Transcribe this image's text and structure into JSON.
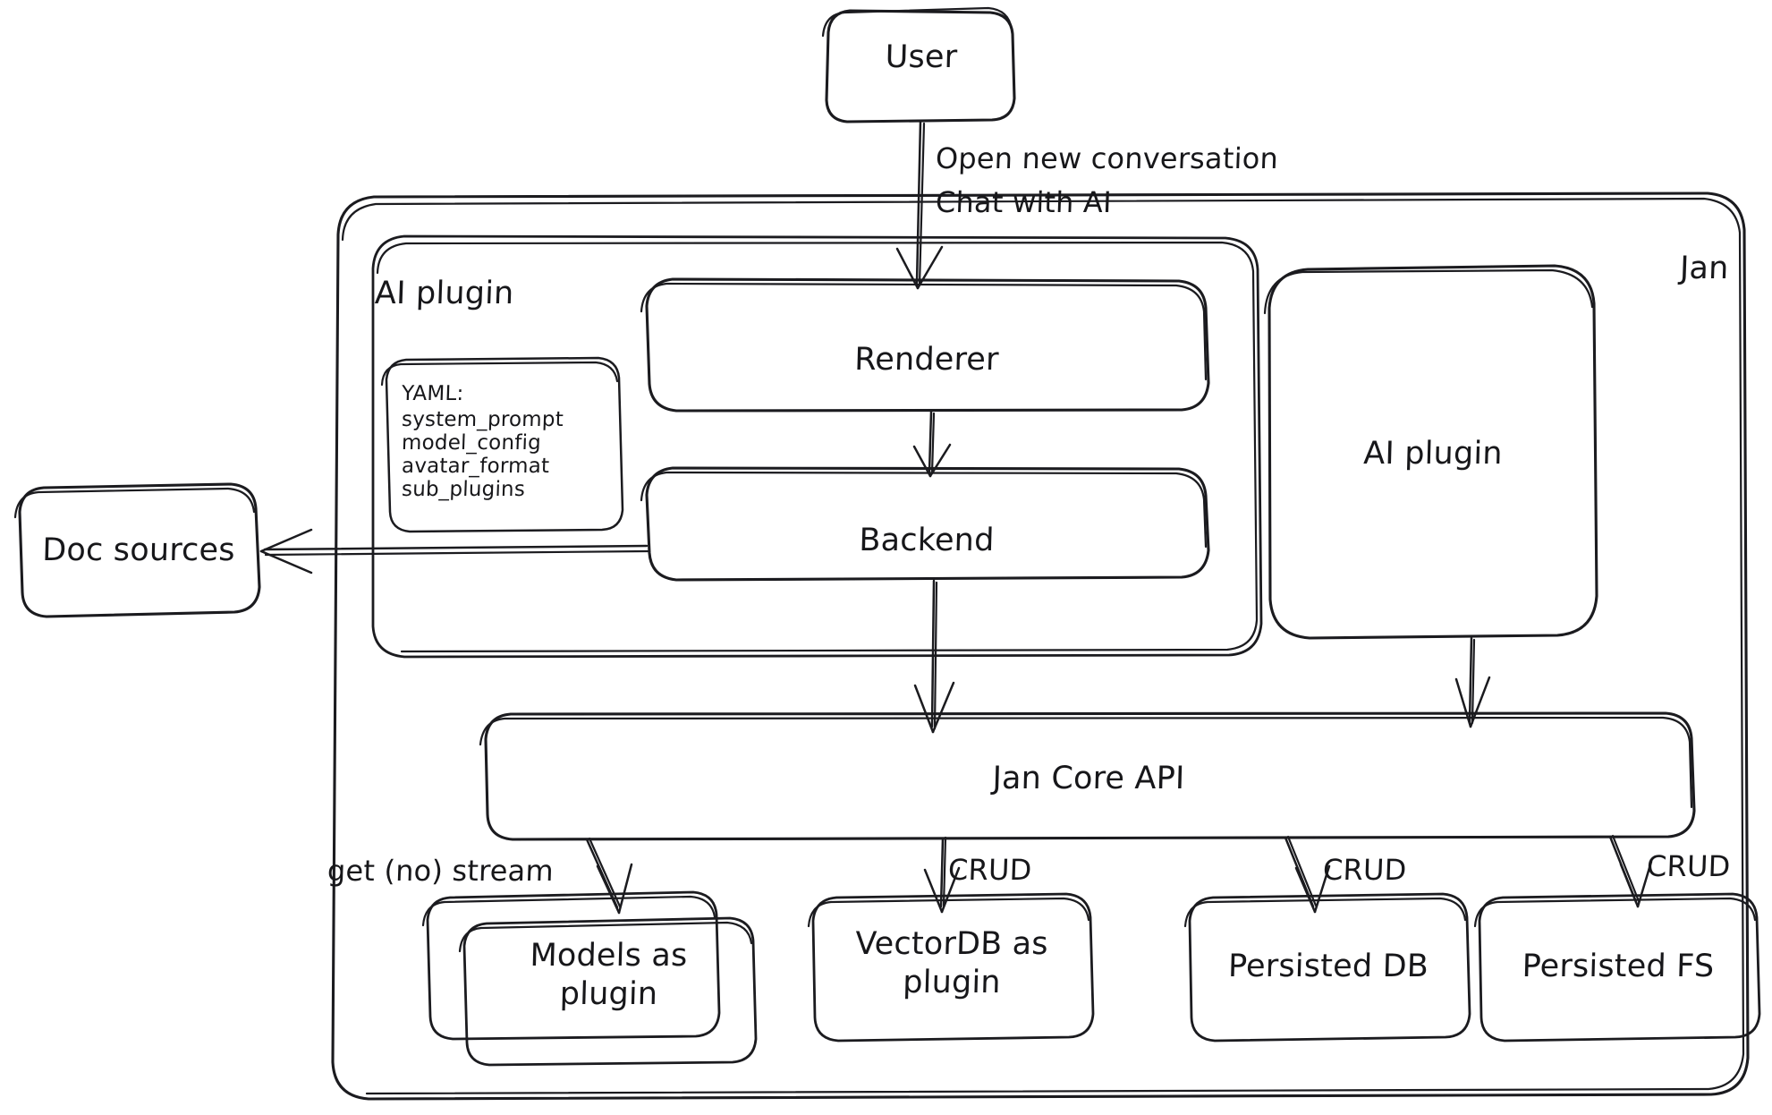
{
  "diagram": {
    "title": "Jan architecture flow",
    "style": "hand-drawn whiteboard sketch",
    "background_color": "#ffffff",
    "stroke_color": "#1b1b1f"
  },
  "containers": {
    "jan": {
      "label": "Jan",
      "label_position": "top-right"
    },
    "ai_plugin_group": {
      "label": "AI plugin",
      "label_position": "top-left"
    }
  },
  "nodes": {
    "user": {
      "label": "User"
    },
    "renderer": {
      "label": "Renderer"
    },
    "backend": {
      "label": "Backend"
    },
    "doc_sources": {
      "label": "Doc sources"
    },
    "ai_plugin_box": {
      "label": "AI plugin"
    },
    "jan_core_api": {
      "label": "Jan Core API"
    },
    "models_as_plugin": {
      "label_line1": "Models as",
      "label_line2": "plugin",
      "stacked": true
    },
    "vectordb_as_plugin": {
      "label_line1": "VectorDB as",
      "label_line2": "plugin"
    },
    "persisted_db": {
      "label": "Persisted DB"
    },
    "persisted_fs": {
      "label": "Persisted FS"
    }
  },
  "yaml_card": {
    "heading": "YAML:",
    "keys": [
      "system_prompt",
      "model_config",
      "avatar_format",
      "sub_plugins"
    ]
  },
  "edges": [
    {
      "from": "user",
      "to": "renderer",
      "label_line1": "Open new conversation",
      "label_line2": "Chat with AI"
    },
    {
      "from": "renderer",
      "to": "backend",
      "label": ""
    },
    {
      "from": "backend",
      "to": "doc_sources",
      "label": ""
    },
    {
      "from": "backend",
      "to": "jan_core_api",
      "label": ""
    },
    {
      "from": "ai_plugin_box",
      "to": "jan_core_api",
      "label": ""
    },
    {
      "from": "jan_core_api",
      "to": "models_as_plugin",
      "label": "get (no) stream"
    },
    {
      "from": "jan_core_api",
      "to": "vectordb_as_plugin",
      "label": "CRUD"
    },
    {
      "from": "jan_core_api",
      "to": "persisted_db",
      "label": "CRUD"
    },
    {
      "from": "jan_core_api",
      "to": "persisted_fs",
      "label": "CRUD"
    }
  ]
}
